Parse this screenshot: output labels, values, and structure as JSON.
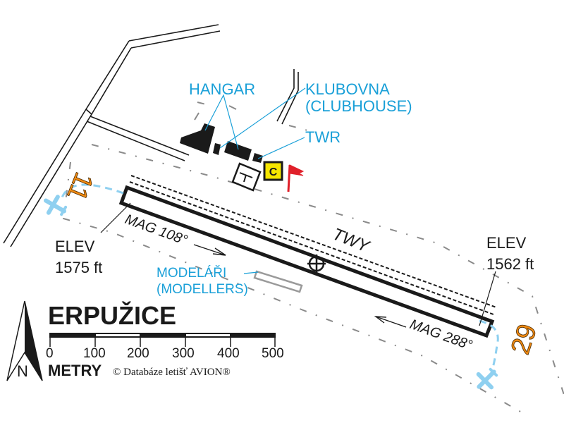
{
  "airfield": {
    "name": "ERPUŽICE"
  },
  "labels": {
    "hangar": "HANGAR",
    "clubhouse_line1": "KLUBOVNA",
    "clubhouse_line2": "(CLUBHOUSE)",
    "tower": "TWR",
    "taxiway": "TWY",
    "modellers_line1": "MODELÁŘI",
    "modellers_line2": "(MODELLERS)",
    "customs_badge": "C"
  },
  "runway": {
    "designator_west": "11",
    "designator_east": "29",
    "heading_west_end": "MAG 108°",
    "heading_east_end": "MAG 288°",
    "elev_west_label": "ELEV",
    "elev_west_value": "1575 ft",
    "elev_east_label": "ELEV",
    "elev_east_value": "1562 ft"
  },
  "scale_bar": {
    "ticks": [
      "0",
      "100",
      "200",
      "300",
      "400",
      "500"
    ],
    "unit": "METRY"
  },
  "north_arrow": {
    "label": "N"
  },
  "copyright": "© Databáze letišť AVION®",
  "colors": {
    "label_blue": "#1aa0d8",
    "runway_number_orange": "#f08a12",
    "circuit_blue": "#8fd0f0",
    "boundary_gray": "#8a8a8a",
    "flag_red": "#e0202a",
    "customs_yellow": "#f5e600",
    "ink": "#1a1a1a"
  }
}
